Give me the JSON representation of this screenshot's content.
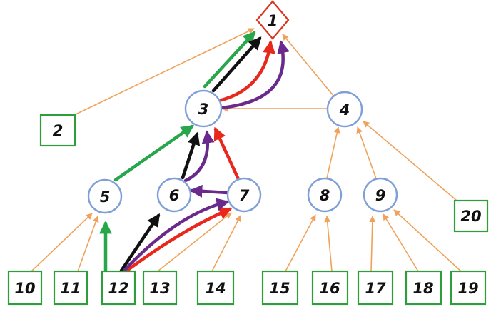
{
  "colors": {
    "circle_stroke": "#7f9fd6",
    "square_stroke": "#2e9e3b",
    "diamond_stroke": "#d9361f",
    "tree_edge": "#f0a25a",
    "path_green": "#27a64a",
    "path_black": "#111111",
    "path_red": "#e8281c",
    "path_purple": "#6a2a8c"
  },
  "nodes": {
    "n1": "1",
    "n2": "2",
    "n3": "3",
    "n4": "4",
    "n5": "5",
    "n6": "6",
    "n7": "7",
    "n8": "8",
    "n9": "9",
    "n10": "10",
    "n11": "11",
    "n12": "12",
    "n13": "13",
    "n14": "14",
    "n15": "15",
    "n16": "16",
    "n17": "17",
    "n18": "18",
    "n19": "19",
    "n20": "20"
  }
}
